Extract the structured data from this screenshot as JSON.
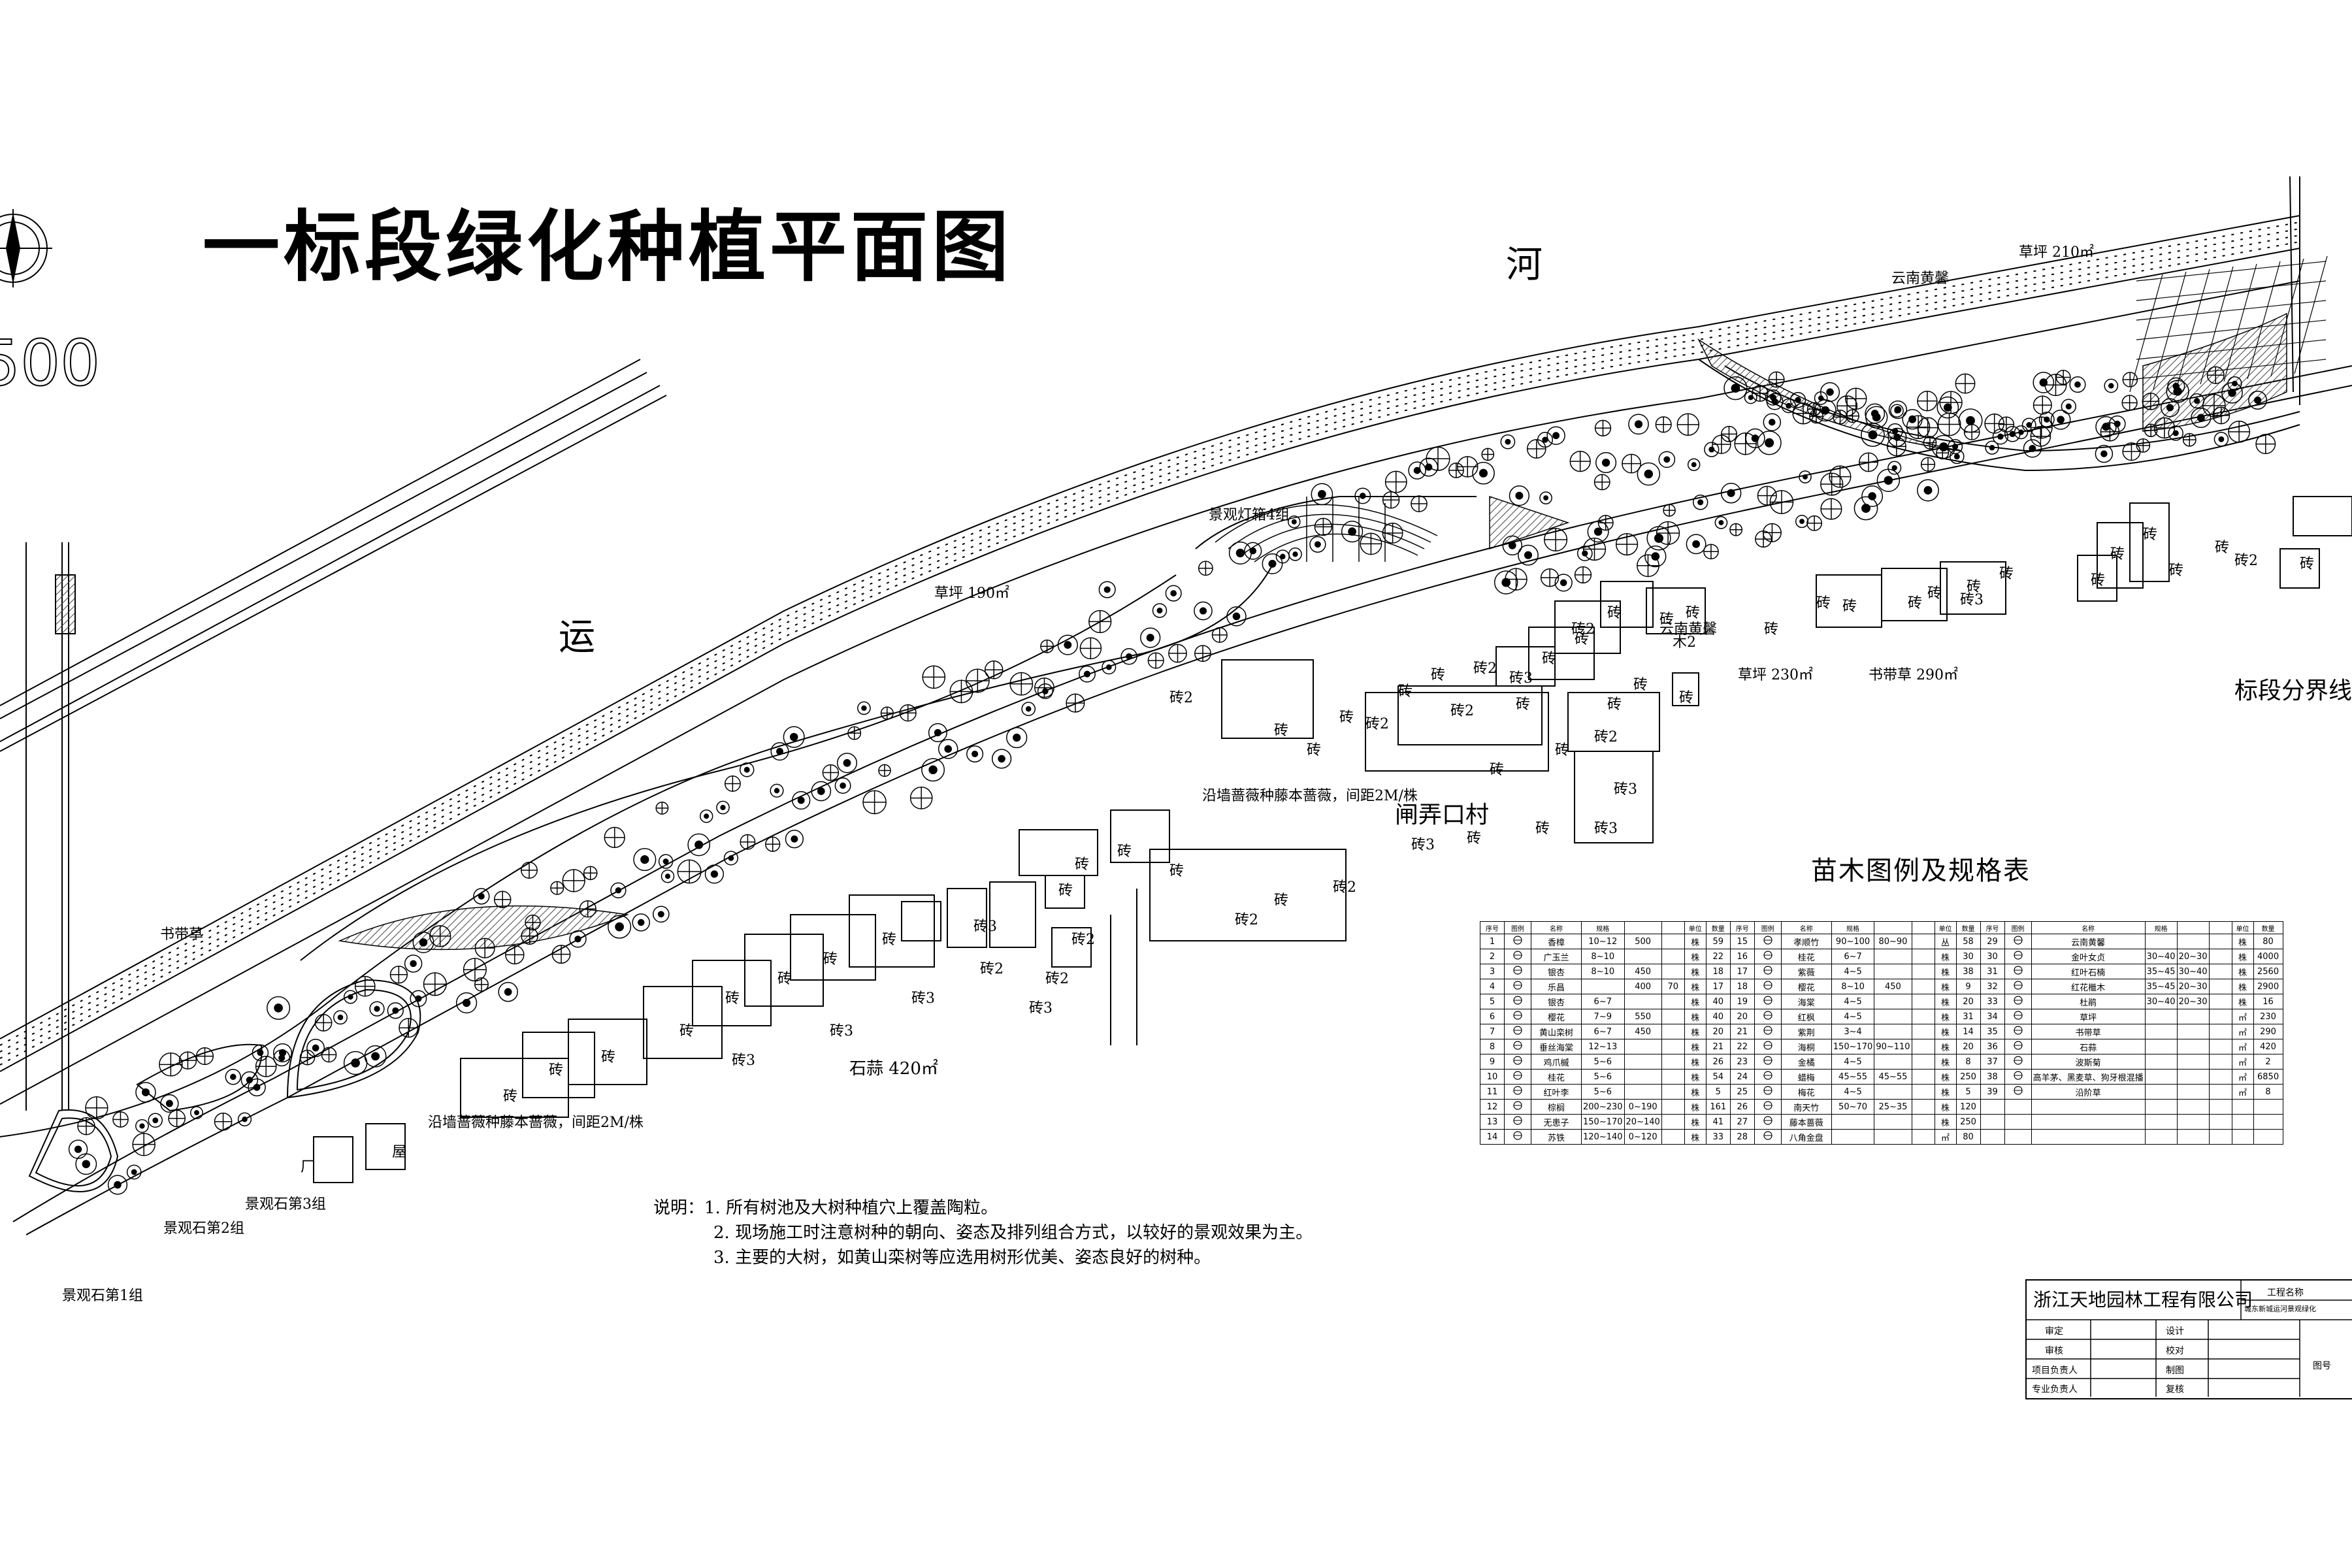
{
  "drawing": {
    "title": "一标段绿化种植平面图",
    "scale_text": "500",
    "river_chars": [
      "运",
      "河"
    ],
    "village": "闸弄口村",
    "boundary": "标段分界线"
  },
  "labels": {
    "area_190": "草坪 190㎡",
    "area_210": "草坪 210㎡",
    "area_230": "草坪 230㎡",
    "area_290": "书带草 290㎡",
    "stone_420": "石蒜 420㎡",
    "lamp_4": "景观灯箱4组",
    "cloud_top": "云南黄馨",
    "cloud_mid": "云南黄馨",
    "hedge_1": "沿墙蔷薇种藤本蔷薇，间距2M/株",
    "hedge_2": "沿墙蔷薇种藤本蔷薇，间距2M/株",
    "shudai": "书带草",
    "stone_1": "景观石第1组",
    "stone_2": "景观石第2组",
    "stone_3": "景观石第3组"
  },
  "buildings": [
    "砖",
    "砖",
    "砖",
    "砖",
    "砖",
    "砖",
    "砖",
    "砖",
    "砖3",
    "砖3",
    "砖3",
    "砖3",
    "砖3",
    "砖2",
    "砖2",
    "砖2",
    "砖2",
    "砖2",
    "砖2",
    "砖2",
    "砖3",
    "砖3",
    "砖3",
    "砖",
    "砖",
    "砖",
    "砖",
    "砖",
    "砖",
    "砖3",
    "砖",
    "砖",
    "砖",
    "砖",
    "砖",
    "砖",
    "砖",
    "砖2",
    "砖",
    "砖2",
    "砖3",
    "砖",
    "砖",
    "砖",
    "砖",
    "砖",
    "砖",
    "砖",
    "砖",
    "砖",
    "砖2",
    "砖",
    "砖2",
    "砖",
    "砖",
    "木2",
    "砖",
    "砖",
    "砖",
    "砖",
    "砖",
    "砖",
    "砖",
    "砖",
    "砖2",
    "砖",
    "厂",
    "屋",
    "砖"
  ],
  "notes": {
    "line1": "说明：1. 所有树池及大树种植穴上覆盖陶粒。",
    "line2": "2. 现场施工时注意树种的朝向、姿态及排列组合方式，以较好的景观效果为主。",
    "line3": "3. 主要的大树，如黄山栾树等应选用树形优美、姿态良好的树种。"
  },
  "table": {
    "title": "苗木图例及规格表",
    "headers": [
      "序号",
      "图例",
      "名称",
      "规格",
      "",
      "",
      "单位",
      "数量",
      "序号",
      "图例",
      "名称",
      "规格",
      "",
      "",
      "单位",
      "数量",
      "序号",
      "图例",
      "名称",
      "规格",
      "",
      "",
      "单位",
      "数量"
    ],
    "rows": [
      [
        "1",
        "",
        "香樟",
        "10~12",
        "500",
        "",
        "株",
        "59",
        "15",
        "",
        "孝顺竹",
        "90~100",
        "80~90",
        "",
        "丛",
        "58",
        "29",
        "",
        "云南黄馨",
        "",
        "",
        "",
        "株",
        "80"
      ],
      [
        "2",
        "",
        "广玉兰",
        "8~10",
        "",
        "",
        "株",
        "22",
        "16",
        "",
        "桂花",
        "6~7",
        "",
        "",
        "株",
        "30",
        "30",
        "",
        "金叶女贞",
        "30~40",
        "20~30",
        "",
        "株",
        "4000"
      ],
      [
        "3",
        "",
        "银杏",
        "8~10",
        "450",
        "",
        "株",
        "18",
        "17",
        "",
        "紫薇",
        "4~5",
        "",
        "",
        "株",
        "38",
        "31",
        "",
        "红叶石楠",
        "35~45",
        "30~40",
        "",
        "株",
        "2560"
      ],
      [
        "4",
        "",
        "乐昌",
        "",
        "400",
        "70",
        "株",
        "17",
        "18",
        "",
        "樱花",
        "8~10",
        "450",
        "",
        "株",
        "9",
        "32",
        "",
        "红花檵木",
        "35~45",
        "20~30",
        "",
        "株",
        "2900"
      ],
      [
        "5",
        "",
        "银杏",
        "6~7",
        "",
        "",
        "株",
        "40",
        "19",
        "",
        "海棠",
        "4~5",
        "",
        "",
        "株",
        "20",
        "33",
        "",
        "杜鹃",
        "30~40",
        "20~30",
        "",
        "株",
        "16"
      ],
      [
        "6",
        "",
        "樱花",
        "7~9",
        "550",
        "",
        "株",
        "40",
        "20",
        "",
        "红枫",
        "4~5",
        "",
        "",
        "株",
        "31",
        "34",
        "",
        "草坪",
        "",
        "",
        "",
        "㎡",
        "230"
      ],
      [
        "7",
        "",
        "黄山栾树",
        "6~7",
        "450",
        "",
        "株",
        "20",
        "21",
        "",
        "紫荆",
        "3~4",
        "",
        "",
        "株",
        "14",
        "35",
        "",
        "书带草",
        "",
        "",
        "",
        "㎡",
        "290"
      ],
      [
        "8",
        "",
        "垂丝海棠",
        "12~13",
        "",
        "",
        "株",
        "21",
        "22",
        "",
        "海桐",
        "150~170",
        "90~110",
        "",
        "株",
        "20",
        "36",
        "",
        "石蒜",
        "",
        "",
        "",
        "㎡",
        "420"
      ],
      [
        "9",
        "",
        "鸡爪槭",
        "5~6",
        "",
        "",
        "株",
        "26",
        "23",
        "",
        "金橘",
        "4~5",
        "",
        "",
        "株",
        "8",
        "37",
        "",
        "波斯菊",
        "",
        "",
        "",
        "㎡",
        "2"
      ],
      [
        "10",
        "",
        "桂花",
        "5~6",
        "",
        "",
        "株",
        "54",
        "24",
        "",
        "蜡梅",
        "45~55",
        "45~55",
        "",
        "株",
        "250",
        "38",
        "",
        "高羊茅、黑麦草、狗牙根混播",
        "",
        "",
        "",
        "㎡",
        "6850"
      ],
      [
        "11",
        "",
        "红叶李",
        "5~6",
        "",
        "",
        "株",
        "5",
        "25",
        "",
        "梅花",
        "4~5",
        "",
        "",
        "株",
        "5",
        "39",
        "",
        "沿阶草",
        "",
        "",
        "",
        "㎡",
        "8"
      ],
      [
        "12",
        "",
        "棕榈",
        "200~230",
        "0~190",
        "",
        "株",
        "161",
        "26",
        "",
        "南天竹",
        "50~70",
        "25~35",
        "",
        "株",
        "120",
        "",
        "",
        "",
        "",
        "",
        "",
        "",
        ""
      ],
      [
        "13",
        "",
        "无患子",
        "150~170",
        "20~140",
        "",
        "株",
        "41",
        "27",
        "",
        "藤本蔷薇",
        "",
        "",
        "",
        "株",
        "250",
        "",
        "",
        "",
        "",
        "",
        "",
        "",
        ""
      ],
      [
        "14",
        "",
        "苏铁",
        "120~140",
        "0~120",
        "",
        "株",
        "33",
        "28",
        "",
        "八角金盘",
        "",
        "",
        "",
        "㎡",
        "80",
        "",
        "",
        "",
        "",
        "",
        "",
        "",
        ""
      ]
    ]
  },
  "title_block": {
    "company": "浙江天地园林工程有限公司",
    "project_label": "工程名称",
    "project_name": "城东新城运河景观绿化",
    "rows": [
      "审定",
      "审核",
      "项目负责人",
      "专业负责人"
    ],
    "cols2": [
      "设计",
      "校对",
      "制图",
      "复核"
    ],
    "side": "图号"
  },
  "colors": {
    "line": "#000000",
    "hatch": "#555555"
  }
}
